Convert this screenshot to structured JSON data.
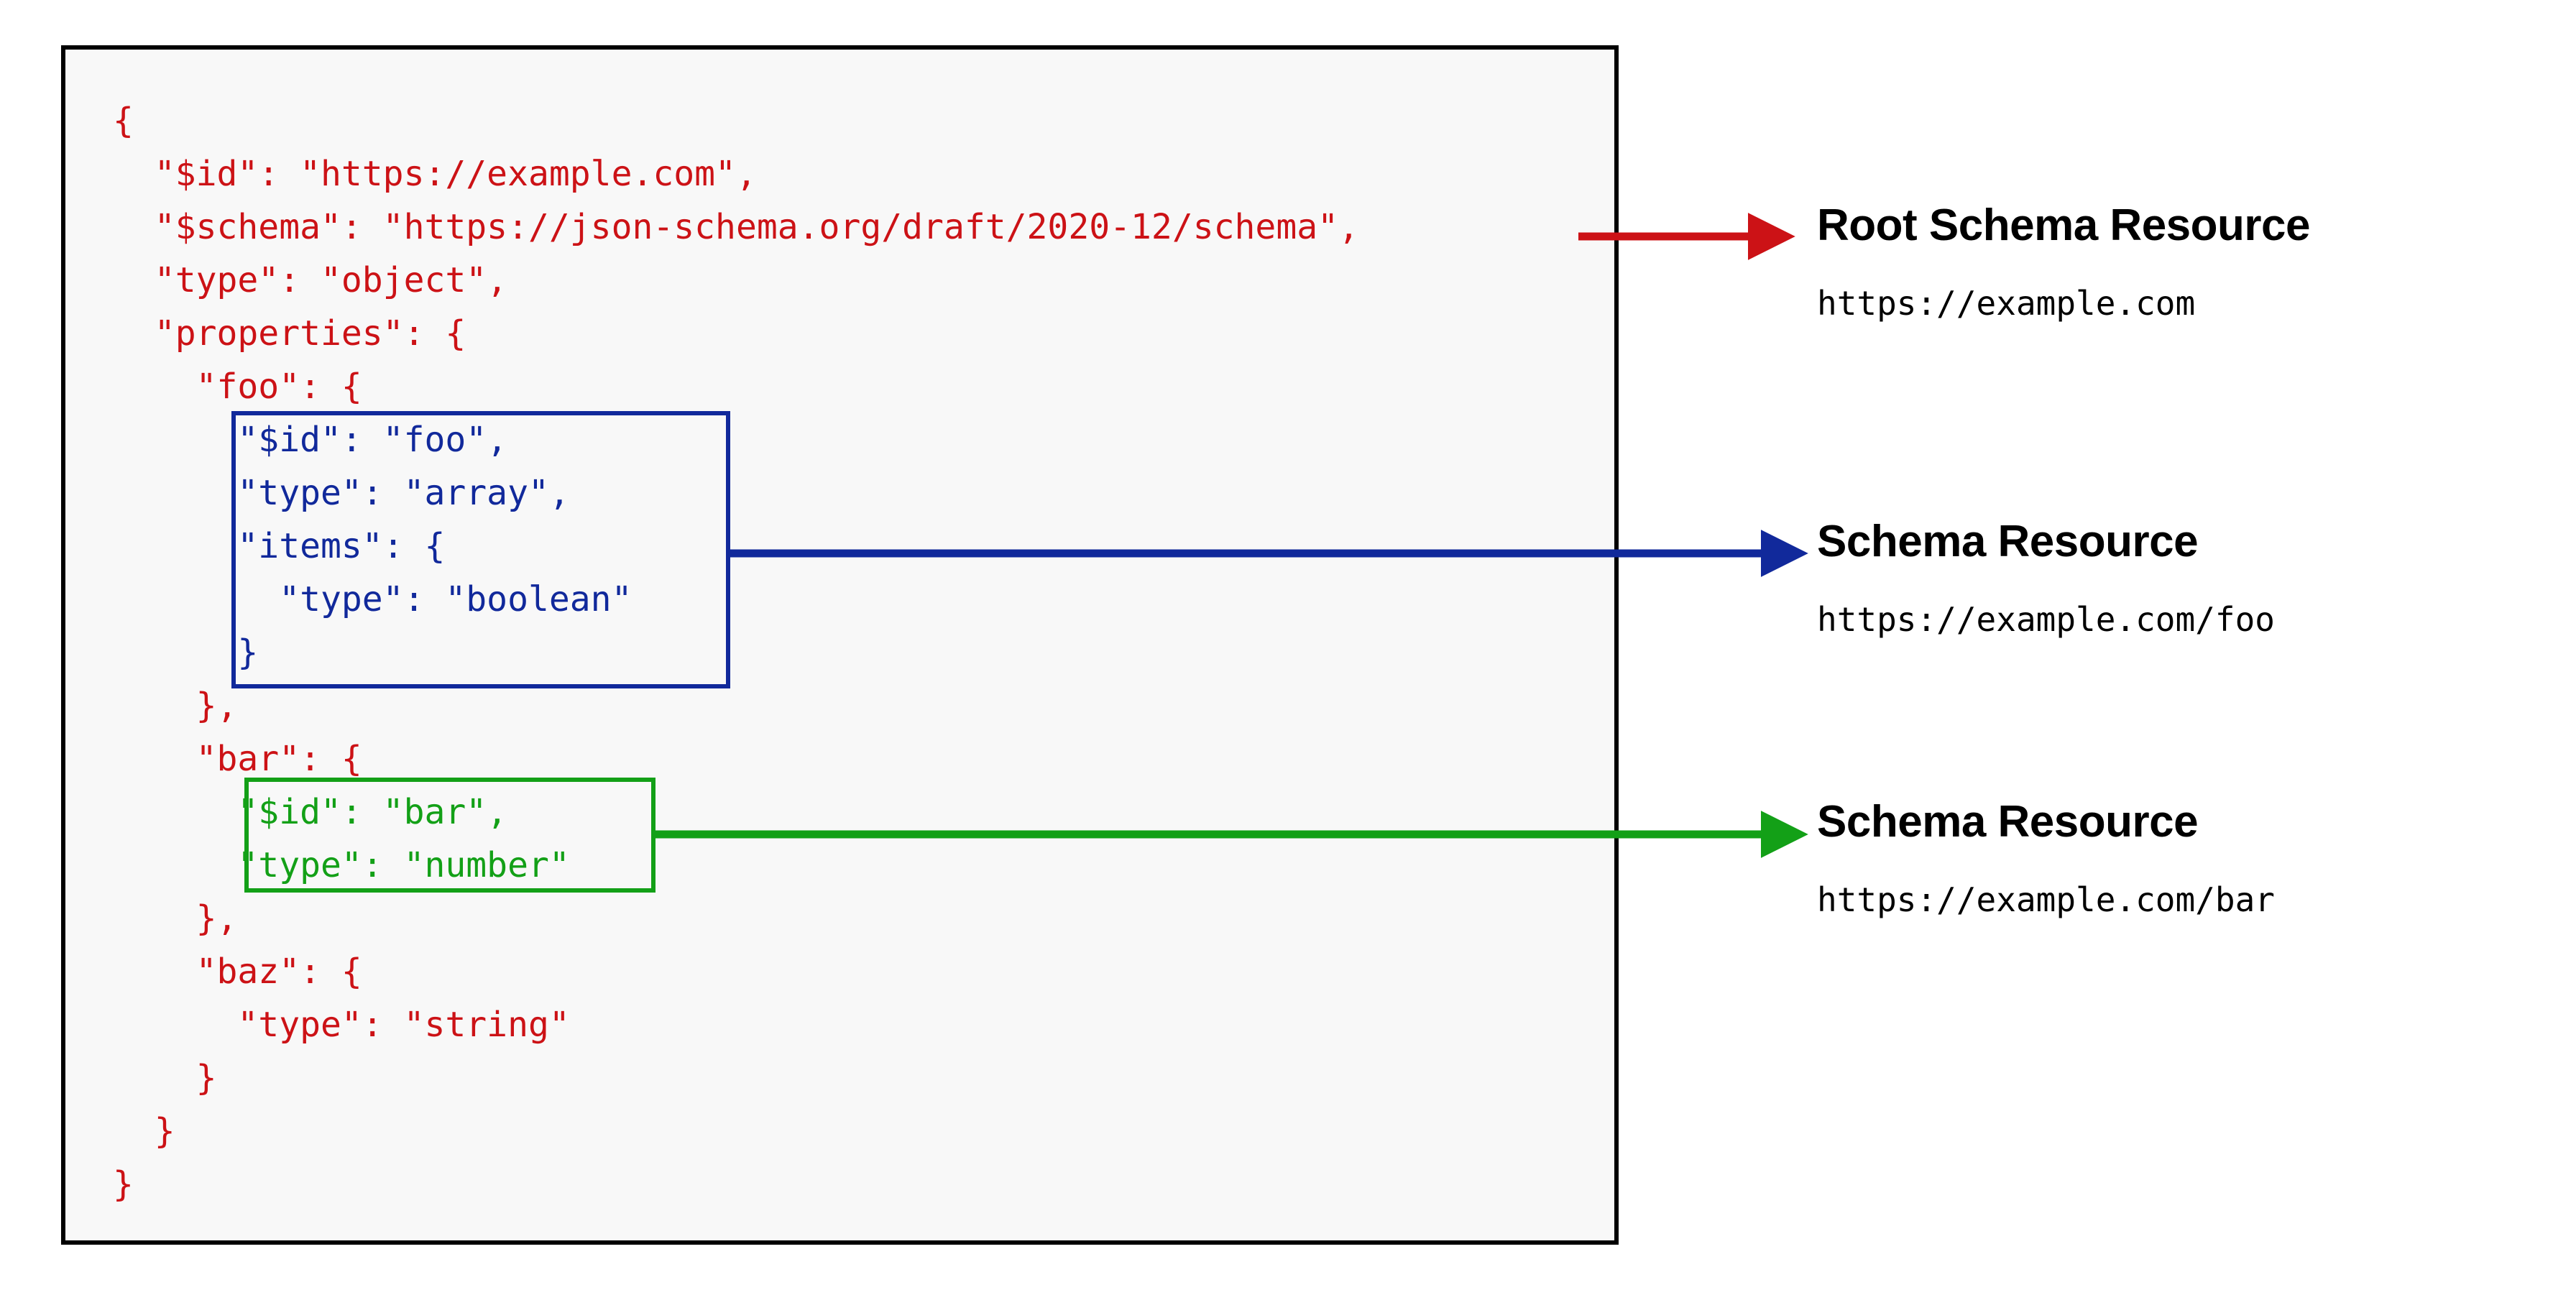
{
  "code_panel": {
    "language": "json",
    "background_color": "#f8f8f8",
    "border_color": "#000000",
    "lines": [
      {
        "indent": 0,
        "color": "red",
        "text": "{"
      },
      {
        "indent": 1,
        "color": "red",
        "text": "\"$id\": \"https://example.com\","
      },
      {
        "indent": 1,
        "color": "red",
        "text": "\"$schema\": \"https://json-schema.org/draft/2020-12/schema\","
      },
      {
        "indent": 1,
        "color": "red",
        "text": "\"type\": \"object\","
      },
      {
        "indent": 1,
        "color": "red",
        "text": "\"properties\": {"
      },
      {
        "indent": 2,
        "color": "red",
        "text": "\"foo\": {"
      },
      {
        "indent": 3,
        "color": "blue",
        "text": "\"$id\": \"foo\","
      },
      {
        "indent": 3,
        "color": "blue",
        "text": "\"type\": \"array\","
      },
      {
        "indent": 3,
        "color": "blue",
        "text": "\"items\": {"
      },
      {
        "indent": 4,
        "color": "blue",
        "text": "\"type\": \"boolean\""
      },
      {
        "indent": 3,
        "color": "blue",
        "text": "}"
      },
      {
        "indent": 2,
        "color": "red",
        "text": "},"
      },
      {
        "indent": 2,
        "color": "red",
        "text": "\"bar\": {"
      },
      {
        "indent": 3,
        "color": "green",
        "text": "\"$id\": \"bar\","
      },
      {
        "indent": 3,
        "color": "green",
        "text": "\"type\": \"number\""
      },
      {
        "indent": 2,
        "color": "red",
        "text": "},"
      },
      {
        "indent": 2,
        "color": "red",
        "text": "\"baz\": {"
      },
      {
        "indent": 3,
        "color": "red",
        "text": "\"type\": \"string\""
      },
      {
        "indent": 2,
        "color": "red",
        "text": "}"
      },
      {
        "indent": 1,
        "color": "red",
        "text": "}"
      },
      {
        "indent": 0,
        "color": "red",
        "text": "}"
      }
    ]
  },
  "highlights": [
    {
      "id": "foo",
      "color": "#11299b",
      "covers": "foo subschema"
    },
    {
      "id": "bar",
      "color": "#13a017",
      "covers": "bar subschema"
    }
  ],
  "annotations": [
    {
      "id": "root",
      "title": "Root Schema Resource",
      "url": "https://example.com",
      "color": "#cc1216",
      "arrow": "arrow-right-icon"
    },
    {
      "id": "foo",
      "title": "Schema Resource",
      "url": "https://example.com/foo",
      "color": "#11299b",
      "arrow": "arrow-right-icon"
    },
    {
      "id": "bar",
      "title": "Schema Resource",
      "url": "https://example.com/bar",
      "color": "#13a017",
      "arrow": "arrow-right-icon"
    }
  ]
}
